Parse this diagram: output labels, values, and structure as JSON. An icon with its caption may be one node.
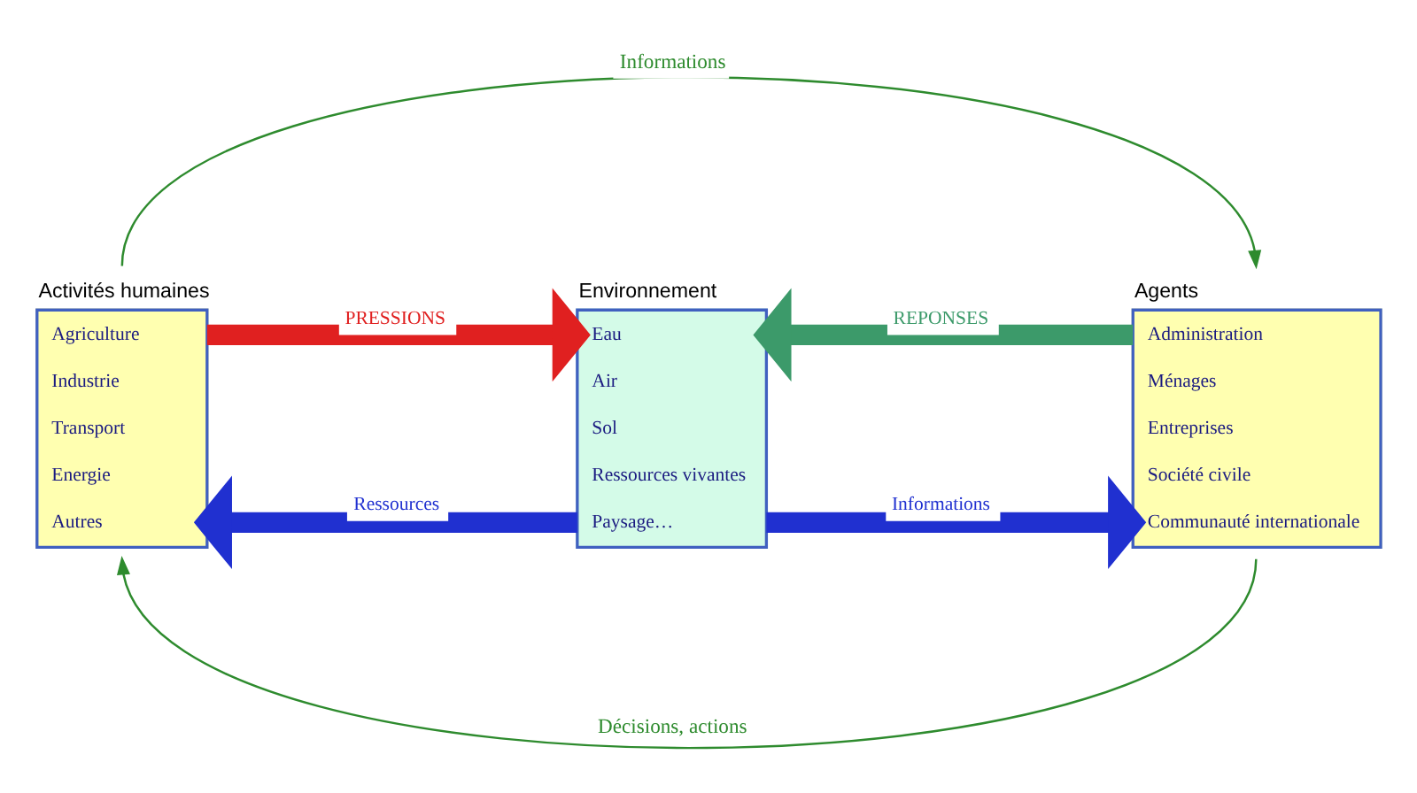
{
  "diagram": {
    "nodes": [
      {
        "text": [
          "Activités humaines",
          "Agriculture",
          "Industrie",
          "Transport",
          "Energie",
          "Autres"
        ]
      },
      {
        "text": [
          "Environnement",
          "Eau",
          "Air",
          "Sol",
          "Ressources vivantes",
          "Paysage…"
        ]
      },
      {
        "text": [
          "Agents",
          "Administration",
          "Ménages",
          "Entreprises",
          "Société civile",
          "Communauté internationale"
        ]
      }
    ],
    "edges": [
      {
        "from": 0,
        "to": 2,
        "arrow": "to",
        "label": "Informations",
        "color": "#2e8b2e"
      },
      {
        "from": 0,
        "to": 1,
        "arrow": "to",
        "label": "PRESSIONS",
        "color": "#e02020"
      },
      {
        "from": 2,
        "to": 1,
        "arrow": "to",
        "label": "REPONSES",
        "color": "#3c9a6a"
      },
      {
        "from": 1,
        "to": 0,
        "arrow": "to",
        "label": "Ressources",
        "color": "#2030d0"
      },
      {
        "from": 1,
        "to": 2,
        "arrow": "to",
        "label": "Informations",
        "color": "#2030d0"
      },
      {
        "from": 2,
        "to": 0,
        "arrow": "to",
        "label": "Décisions, actions",
        "color": "#2e8b2e"
      }
    ]
  }
}
